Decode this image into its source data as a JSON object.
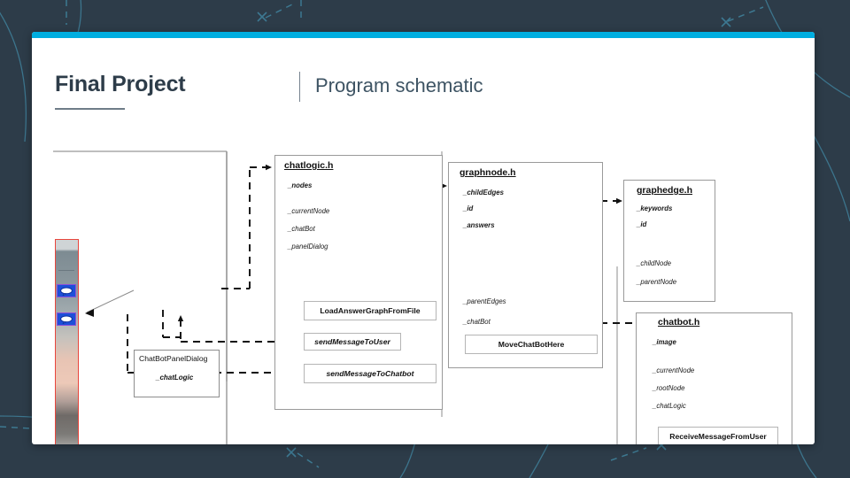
{
  "slide": {
    "title": "Final Project",
    "subtitle": "Program schematic",
    "accent_color": "#00aee0",
    "background_color": "#2d3c49",
    "card_color": "#ffffff",
    "title_color": "#2d3c49"
  },
  "app_thumbnail": {
    "name": "chatbot-app-screenshot",
    "border_color": "#e8453c",
    "bubbles": [
      {
        "label": "chat-bubble-1"
      },
      {
        "label": "chat-bubble-2"
      }
    ]
  },
  "diagram": {
    "panel_dialog": {
      "title": "ChatBotPanelDialog",
      "fields": [
        "_chatLogic"
      ]
    },
    "classes": [
      {
        "id": "chatlogic",
        "title": "chatlogic.h",
        "fields": [
          "_nodes",
          "_currentNode",
          "_chatBot",
          "_panelDialog"
        ],
        "methods": [
          "LoadAnswerGraphFromFile",
          "sendMessageToUser",
          "sendMessageToChatbot"
        ]
      },
      {
        "id": "graphnode",
        "title": "graphnode.h",
        "fields": [
          "_childEdges",
          "_id",
          "_answers",
          "_parentEdges",
          "_chatBot"
        ],
        "methods": [
          "MoveChatBotHere"
        ]
      },
      {
        "id": "graphedge",
        "title": "graphedge.h",
        "fields": [
          "_keywords",
          "_id",
          "_childNode",
          "_parentNode"
        ],
        "methods": []
      },
      {
        "id": "chatbot",
        "title": "chatbot.h",
        "fields": [
          "_image",
          "_currentNode",
          "_rootNode",
          "_chatLogic"
        ],
        "methods": [
          "ReceiveMessageFromUser"
        ]
      }
    ]
  }
}
